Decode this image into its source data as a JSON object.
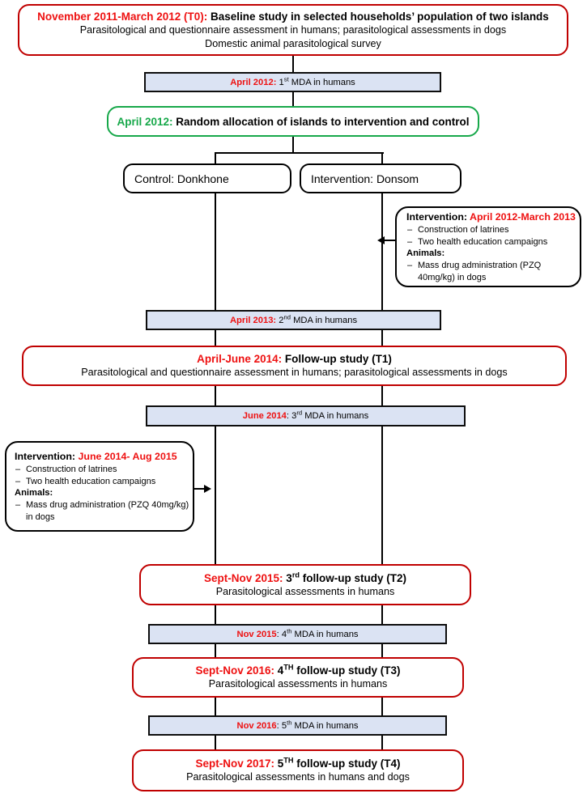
{
  "diagram": {
    "title": "Study timeline flowchart",
    "colors": {
      "red_text": "#ee1111",
      "red_border": "#c00000",
      "green_text": "#17a84a",
      "green_border": "#17a84a",
      "mda_fill": "#dbe3f3",
      "black_border": "#000000"
    }
  },
  "baseline": {
    "date": "November 2011-March 2012 (T0):",
    "heading": " Baseline study in selected households’ population of two islands",
    "line2": "Parasitological and questionnaire assessment in humans; parasitological assessments in dogs",
    "line3": "Domestic animal parasitological survey"
  },
  "mda1": {
    "date": "April 2012:",
    "rest": " 1",
    "ordinal": "st",
    "tail": " MDA in humans"
  },
  "randomization": {
    "date": "April 2012:",
    "rest": " Random allocation of islands to intervention and control"
  },
  "arms": {
    "control": "Control: Donkhone",
    "intervention": "Intervention: Donsom"
  },
  "intervention1": {
    "title_label": "Intervention: ",
    "title_date": "April 2012-March 2013",
    "items": [
      "Construction of latrines",
      "Two health education campaigns"
    ],
    "animals_label": "Animals:",
    "animals_items": [
      "Mass drug administration (PZQ 40mg/kg) in dogs"
    ]
  },
  "mda2": {
    "date": "April 2013:",
    "rest": " 2",
    "ordinal": "nd",
    "tail": " MDA in humans"
  },
  "followup1": {
    "date": "April-June 2014:",
    "heading": " Follow-up study (T1)",
    "line2": "Parasitological and questionnaire assessment in humans; parasitological assessments in dogs"
  },
  "mda3": {
    "date": "June 2014",
    "rest": ": 3",
    "ordinal": "rd",
    "tail": " MDA in humans"
  },
  "intervention2": {
    "title_label": "Intervention: ",
    "title_date": "June 2014- Aug 2015",
    "items": [
      "Construction of latrines",
      "Two health education campaigns"
    ],
    "animals_label": "Animals:",
    "animals_items": [
      "Mass drug administration (PZQ 40mg/kg) in dogs"
    ]
  },
  "followup2": {
    "date": "Sept-Nov 2015:",
    "heading": "  3",
    "ordinal": "rd",
    "heading_tail": " follow-up study (T2)",
    "line2": "Parasitological assessments in humans"
  },
  "mda4": {
    "date": "Nov 2015",
    "rest": ": 4",
    "ordinal": "th",
    "tail": " MDA in humans"
  },
  "followup3": {
    "date": "Sept-Nov 2016:",
    "heading": "  4",
    "ordinal": "TH",
    "heading_tail": " follow-up study (T3)",
    "line2": "Parasitological assessments in humans"
  },
  "mda5": {
    "date": "Nov 2016",
    "rest": ": 5",
    "ordinal": "th",
    "tail": " MDA in humans"
  },
  "followup4": {
    "date": "Sept-Nov 2017:",
    "heading": "  5",
    "ordinal": "TH",
    "heading_tail": " follow-up study (T4)",
    "line2": "Parasitological assessments in humans and dogs"
  }
}
